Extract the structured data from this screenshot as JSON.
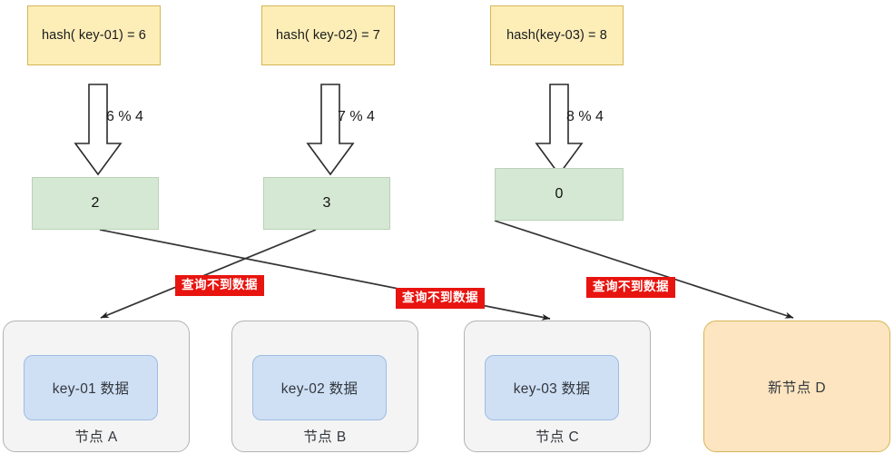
{
  "diagram": {
    "title": "hash-mod-node-routing",
    "colors": {
      "hash_box_fill": "#fdeeb8",
      "hash_box_stroke": "#d6b656",
      "slot_box_fill": "#d5e8d4",
      "slot_box_stroke": "#b9d2b6",
      "miss_label_fill": "#e8140f",
      "miss_label_text": "#ffffff",
      "node_fill": "#f4f4f4",
      "node_stroke": "#b3b3b3",
      "new_node_fill": "#fce5c0",
      "new_node_stroke": "#d6b656",
      "data_chip_fill": "#cfe0f5",
      "data_chip_stroke": "#9ebce0",
      "edge_stroke": "#333333"
    }
  },
  "hash_boxes": [
    {
      "label": "hash( key-01) = 6"
    },
    {
      "label": "hash( key-02) = 7"
    },
    {
      "label": "hash(key-03) = 8"
    }
  ],
  "mod_labels": [
    {
      "label": "6 % 4"
    },
    {
      "label": "7 % 4"
    },
    {
      "label": "8 % 4"
    }
  ],
  "slot_boxes": [
    {
      "label": "2"
    },
    {
      "label": "3"
    },
    {
      "label": "0"
    }
  ],
  "miss_labels": [
    {
      "label": "查询不到数据"
    },
    {
      "label": "查询不到数据"
    },
    {
      "label": "查询不到数据"
    }
  ],
  "nodes": [
    {
      "data_label": "key-01 数据",
      "name_label": "节点 A",
      "is_new": false
    },
    {
      "data_label": "key-02 数据",
      "name_label": "节点 B",
      "is_new": false
    },
    {
      "data_label": "key-03 数据",
      "name_label": "节点 C",
      "is_new": false
    },
    {
      "data_label": "",
      "name_label": "新节点 D",
      "is_new": true
    }
  ]
}
